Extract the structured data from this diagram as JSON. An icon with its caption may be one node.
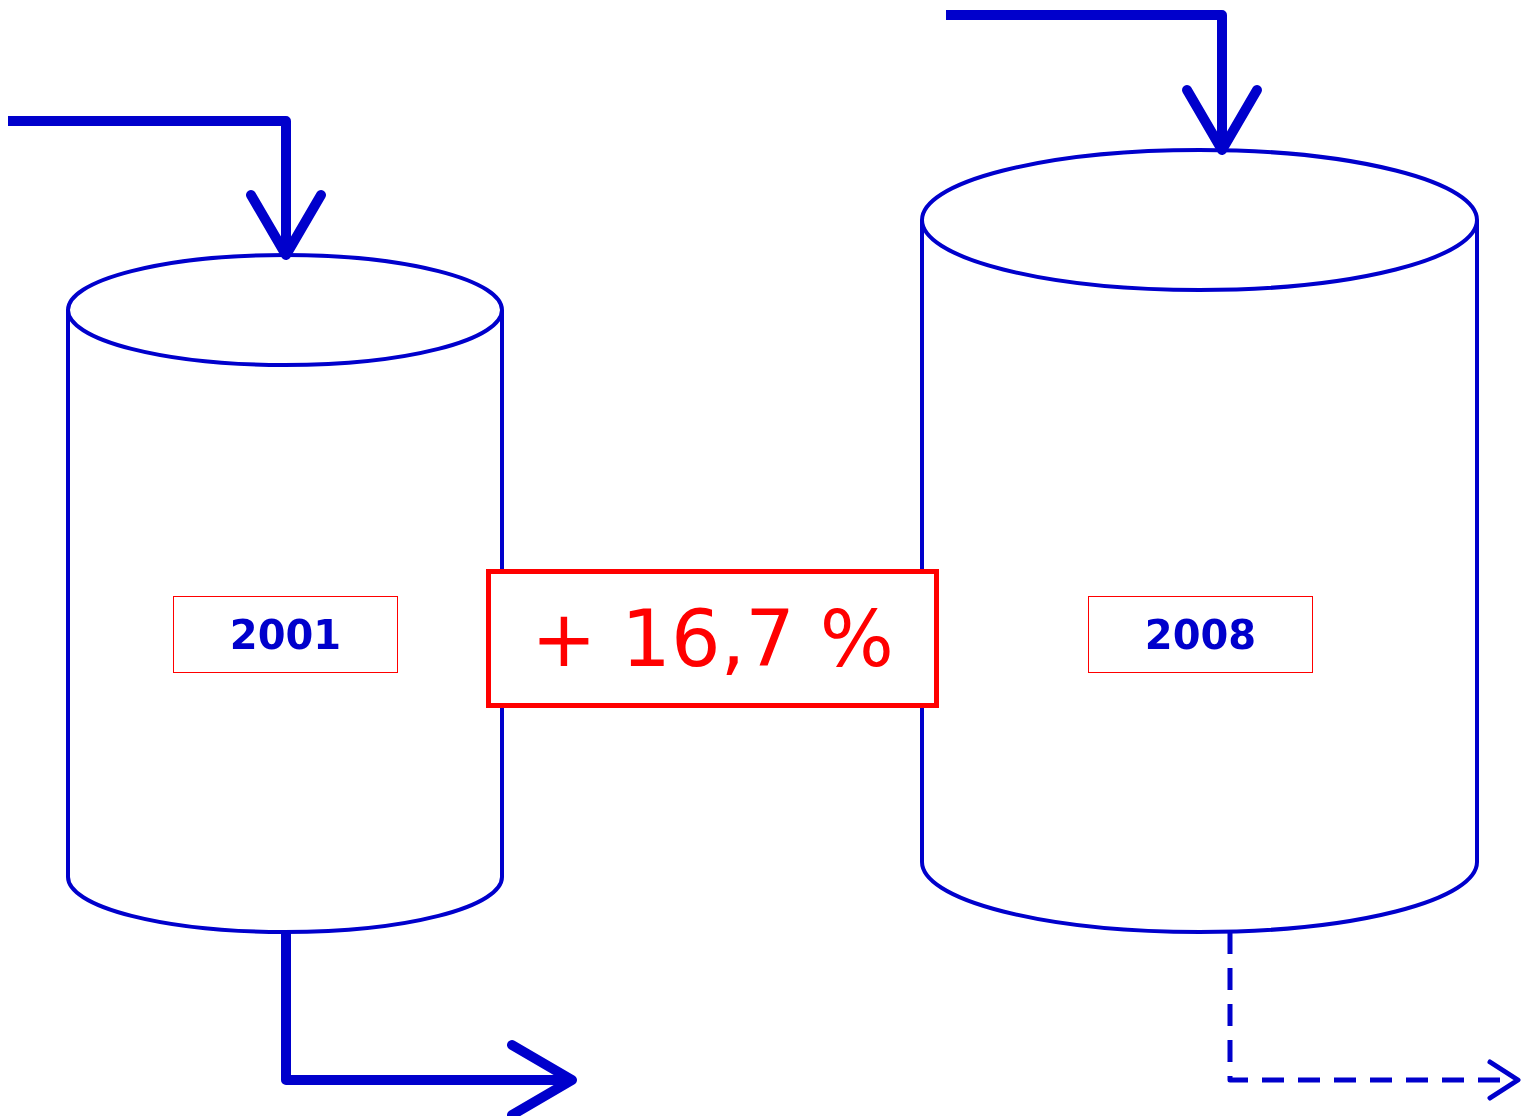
{
  "diagram": {
    "nodes": [
      {
        "text": [],
        "shape": "cylinder"
      },
      {
        "text": [
          "2001"
        ],
        "in": 0
      },
      {
        "text": [
          "+ 16,7 %"
        ]
      },
      {
        "text": [],
        "shape": "cylinder"
      },
      {
        "text": [
          "2008"
        ],
        "in": 3
      }
    ],
    "edges": [
      {
        "from": null,
        "to": 0,
        "arrow": "to"
      },
      {
        "from": 0,
        "to": null,
        "arrow": "to"
      },
      {
        "from": null,
        "to": 3,
        "arrow": "to"
      },
      {
        "from": 3,
        "to": null,
        "arrow": "to",
        "style": "dashed"
      }
    ]
  }
}
